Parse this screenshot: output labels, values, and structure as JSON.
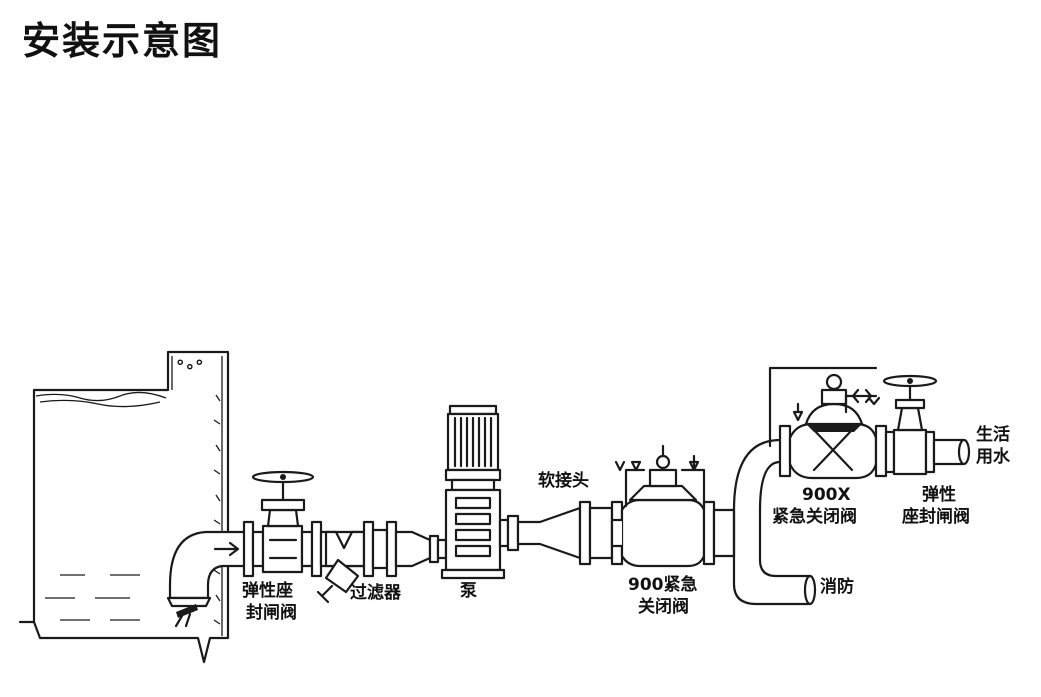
{
  "title": "安装示意图",
  "labels": {
    "gate_valve_1": [
      "弹性座",
      "封闸阀"
    ],
    "strainer": "过滤器",
    "pump": "泵",
    "flex_joint": "软接头",
    "valve_900": [
      "900紧急",
      "关闭阀"
    ],
    "valve_900x": [
      "900X",
      "紧急关闭阀"
    ],
    "gate_valve_2": [
      "弹性",
      "座封闸阀"
    ],
    "domestic_water": [
      "生活",
      "用水"
    ],
    "fire_protection": "消防"
  }
}
